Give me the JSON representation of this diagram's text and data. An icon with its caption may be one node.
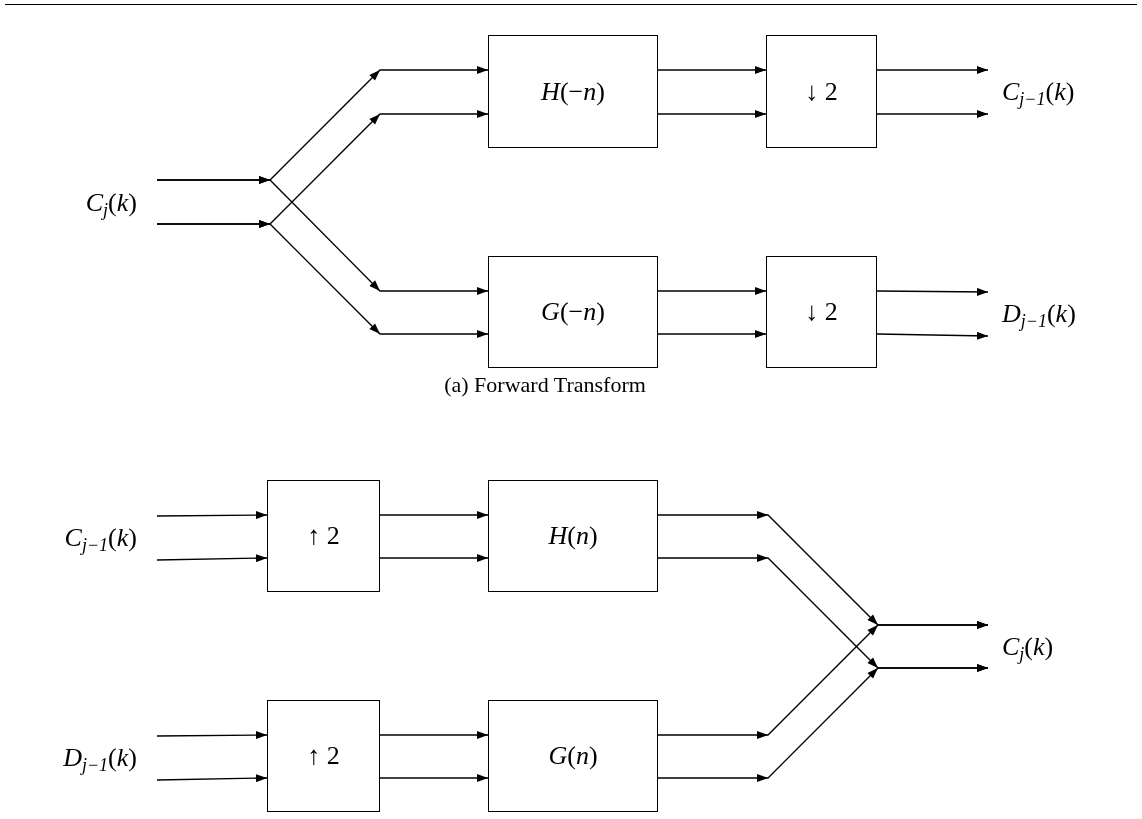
{
  "diagram": {
    "nodes": [
      {
        "text": [
          "*C*$_{j}$(*k*)"
        ]
      },
      {
        "text": [
          "*H*(−*n*)"
        ]
      },
      {
        "text": [
          "↓ 2"
        ]
      },
      {
        "text": [
          "*C*$_{j−1}$(*k*)"
        ]
      },
      {
        "text": [
          "*G*(−*n*)"
        ]
      },
      {
        "text": [
          "↓ 2"
        ]
      },
      {
        "text": [
          "*D*$_{j−1}$(*k*)"
        ]
      },
      {
        "text": [
          "*C*$_{j−1}$(*k*)"
        ]
      },
      {
        "text": [
          "↑ 2"
        ]
      },
      {
        "text": [
          "*H*(*n*)"
        ]
      },
      {
        "text": [
          "*D*$_{j−1}$(*k*)"
        ]
      },
      {
        "text": [
          "↑ 2"
        ]
      },
      {
        "text": [
          "*G*(*n*)"
        ]
      },
      {
        "text": [
          "*C*$_{j}$(*k*)"
        ]
      }
    ],
    "edges": [
      {
        "from": 0,
        "to": 1,
        "arrow": "to"
      },
      {
        "from": 0,
        "to": 1,
        "arrow": "to"
      },
      {
        "from": 0,
        "to": 4,
        "arrow": "to"
      },
      {
        "from": 0,
        "to": 4,
        "arrow": "to"
      },
      {
        "from": 1,
        "to": 2,
        "arrow": "to"
      },
      {
        "from": 1,
        "to": 2,
        "arrow": "to"
      },
      {
        "from": 2,
        "to": 3,
        "arrow": "to"
      },
      {
        "from": 2,
        "to": 3,
        "arrow": "to"
      },
      {
        "from": 4,
        "to": 5,
        "arrow": "to"
      },
      {
        "from": 4,
        "to": 5,
        "arrow": "to"
      },
      {
        "from": 5,
        "to": 6,
        "arrow": "to"
      },
      {
        "from": 5,
        "to": 6,
        "arrow": "to"
      },
      {
        "from": 7,
        "to": 8,
        "arrow": "to"
      },
      {
        "from": 7,
        "to": 8,
        "arrow": "to"
      },
      {
        "from": 8,
        "to": 9,
        "arrow": "to"
      },
      {
        "from": 8,
        "to": 9,
        "arrow": "to"
      },
      {
        "from": 9,
        "to": 13,
        "arrow": "to"
      },
      {
        "from": 9,
        "to": 13,
        "arrow": "to"
      },
      {
        "from": 10,
        "to": 11,
        "arrow": "to"
      },
      {
        "from": 10,
        "to": 11,
        "arrow": "to"
      },
      {
        "from": 11,
        "to": 12,
        "arrow": "to"
      },
      {
        "from": 11,
        "to": 12,
        "arrow": "to"
      },
      {
        "from": 12,
        "to": 13,
        "arrow": "to"
      },
      {
        "from": 12,
        "to": 13,
        "arrow": "to"
      }
    ],
    "labels": [
      "(a) Forward Transform"
    ]
  }
}
